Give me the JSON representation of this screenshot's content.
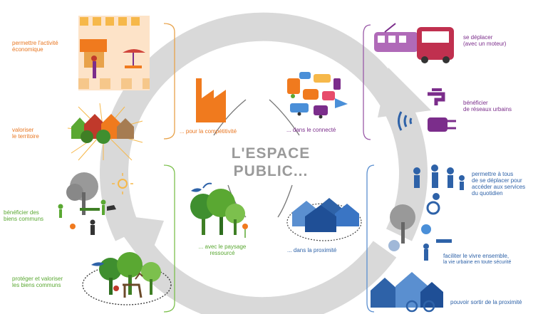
{
  "center": {
    "line1": "L'ESPACE",
    "line2": "PUBLIC..."
  },
  "hubs": {
    "competitivite": "... pour la compétitivité",
    "connecte": "... dans le connecté",
    "paysage_l1": "... avec le paysage",
    "paysage_l2": "ressourcé",
    "proximite": "... dans la proximité"
  },
  "left_orange": {
    "item1_l1": "permettre l'activité",
    "item1_l2": "économique",
    "item2_l1": "valoriser",
    "item2_l2": "le territoire"
  },
  "left_green": {
    "item1_l1": "bénéficier des",
    "item1_l2": "biens communs",
    "item2_l1": "protéger et valoriser",
    "item2_l2": "les biens communs"
  },
  "right_purple": {
    "item1_l1": "se déplacer",
    "item1_l2": "(avec un moteur)",
    "item2_l1": "bénéficier",
    "item2_l2": "de réseaux urbains"
  },
  "right_blue": {
    "item1_l1": "permettre à tous",
    "item1_l2": "de se déplacer pour",
    "item1_l3": "accéder aux services",
    "item1_l4": "du quotidien",
    "item2_l1": "faciliter le vivre ensemble,",
    "item2_l2": "la vie urbaine en toute sécurité",
    "item3_l1": "pouvoir sortir de la proximité"
  },
  "colors": {
    "orange": "#e87722",
    "purple": "#7b2d8b",
    "green": "#5aa832",
    "blue": "#2e62a8",
    "arrow_grey": "#d9d9d9"
  }
}
